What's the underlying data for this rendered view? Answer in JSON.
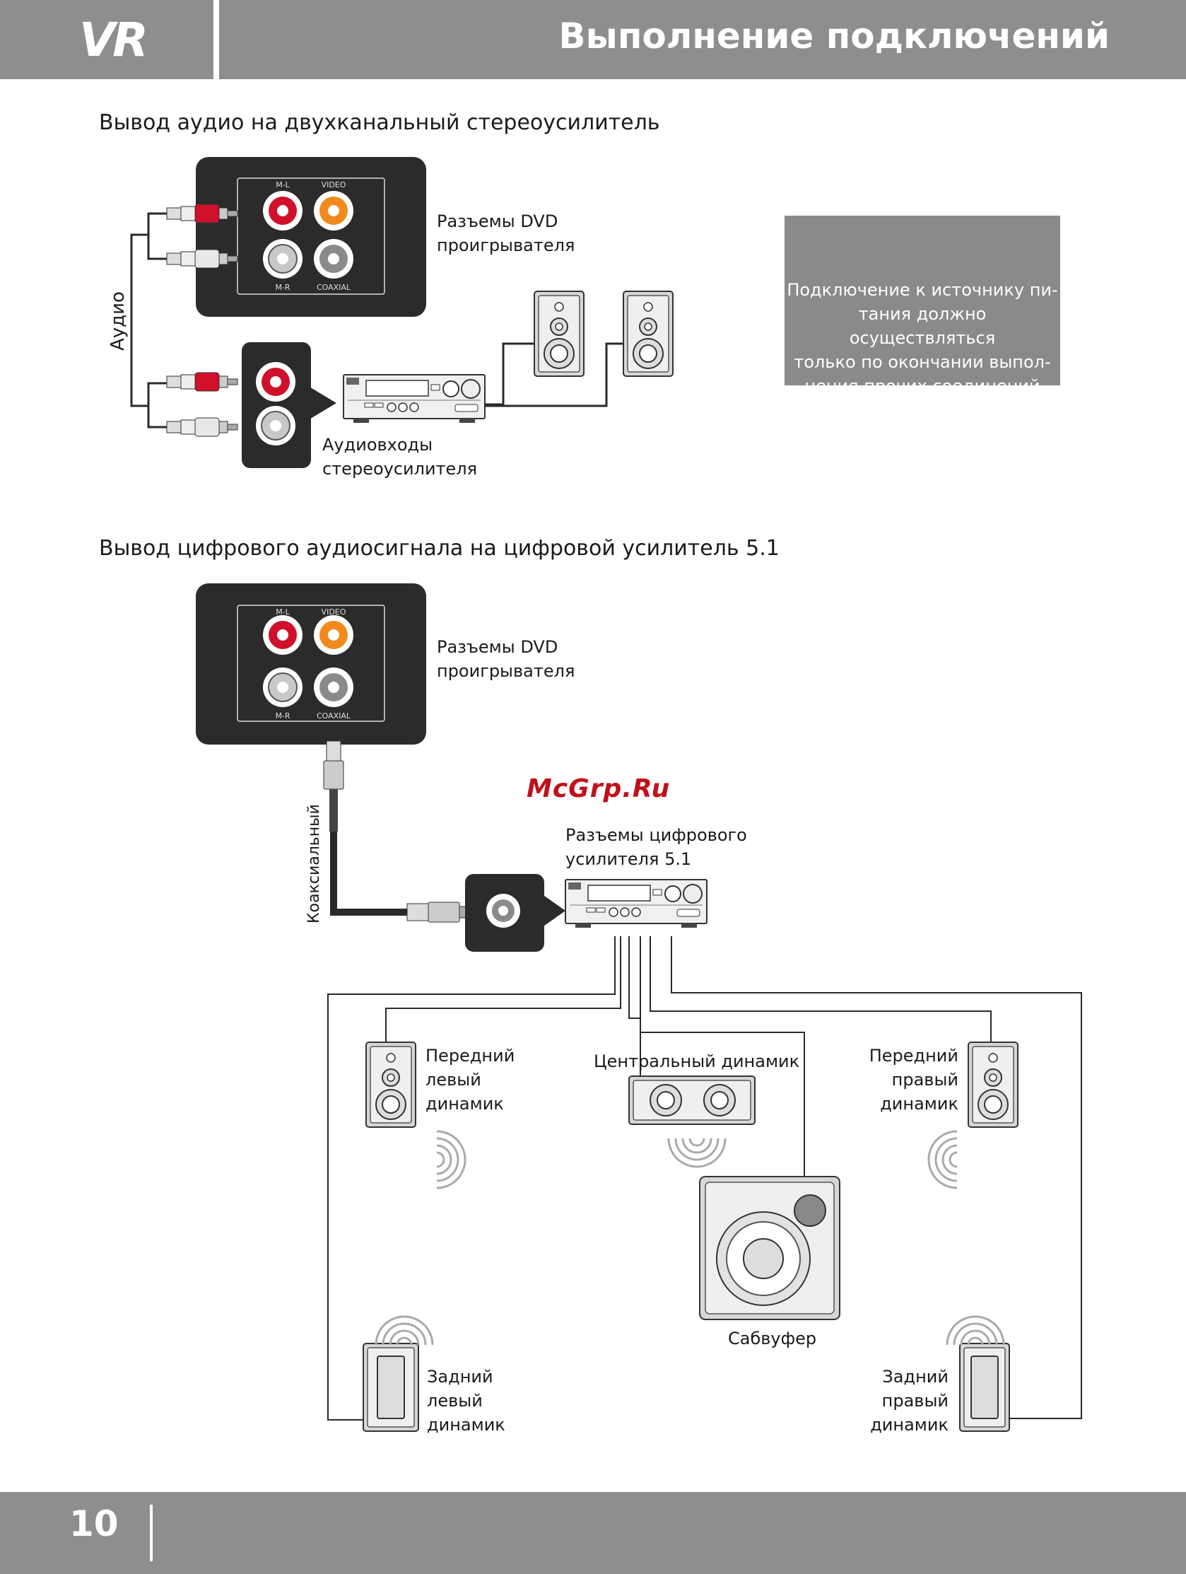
{
  "header": {
    "title": "Выполнение подключений",
    "logo": "VR"
  },
  "footer": {
    "page_number": "10"
  },
  "section1": {
    "title": "Вывод аудио на двухканальный стереоусилитель",
    "dvd_label": [
      "Разъемы DVD",
      "проигрывателя"
    ],
    "amp_label": [
      "Аудиовходы",
      "стереоусилителя"
    ],
    "cable_label": "Аудио"
  },
  "warning": {
    "lines": [
      "Подключение к источнику пи-",
      "тания должно осуществляться",
      "только по окончании выпол-",
      "нения прочих соединений"
    ],
    "icon": "warning-triangle-icon"
  },
  "section2": {
    "title": "Вывод цифрового аудиосигнала на цифровой усилитель 5.1",
    "dvd_label": [
      "Разъемы DVD",
      "проигрывателя"
    ],
    "amp_label": [
      "Разъемы цифрового",
      "усилителя 5.1"
    ],
    "cable_label": "Коаксиальный",
    "front_left": [
      "Передний",
      "левый",
      "динамик"
    ],
    "center": "Центральный динамик",
    "front_right": [
      "Передний",
      "правый",
      "динамик"
    ],
    "subwoofer": "Сабвуфер",
    "rear_left": [
      "Задний",
      "левый",
      "динамик"
    ],
    "rear_right": [
      "Задний",
      "правый",
      "динамик"
    ]
  },
  "jacks": {
    "ml": "M-L",
    "video": "VIDEO",
    "mr": "M-R",
    "coaxial": "COAXIAL"
  },
  "watermark": "McGrp.Ru",
  "colors": {
    "header_gray": "#8e8e8e",
    "panel_dark": "#2b2b2b",
    "red": "#d0102a",
    "orange": "#f08a1c"
  }
}
